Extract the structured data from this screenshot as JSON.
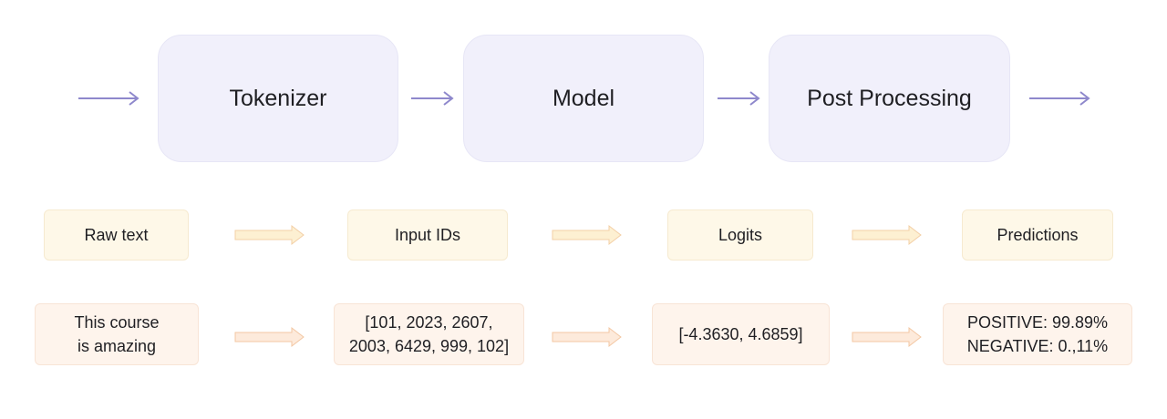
{
  "pipeline": {
    "stages": [
      {
        "label": "Tokenizer"
      },
      {
        "label": "Model"
      },
      {
        "label": "Post Processing"
      }
    ]
  },
  "labels": [
    {
      "text": "Raw text"
    },
    {
      "text": "Input IDs"
    },
    {
      "text": "Logits"
    },
    {
      "text": "Predictions"
    }
  ],
  "values": [
    {
      "text": "This course\nis amazing"
    },
    {
      "text": "[101, 2023, 2607,\n2003, 6429, 999, 102]"
    },
    {
      "text": "[-4.3630, 4.6859]"
    },
    {
      "text": "POSITIVE: 99.89%\nNEGATIVE: 0.,11%"
    }
  ],
  "colors": {
    "stage_fill": "#f1f0fb",
    "stage_arrow": "#8e88cc",
    "label_fill": "#fef8e8",
    "value_fill": "#fef4ec",
    "block_arrow_fill": "#fdf0d2",
    "block_arrow_stroke": "#f3cfa6"
  }
}
